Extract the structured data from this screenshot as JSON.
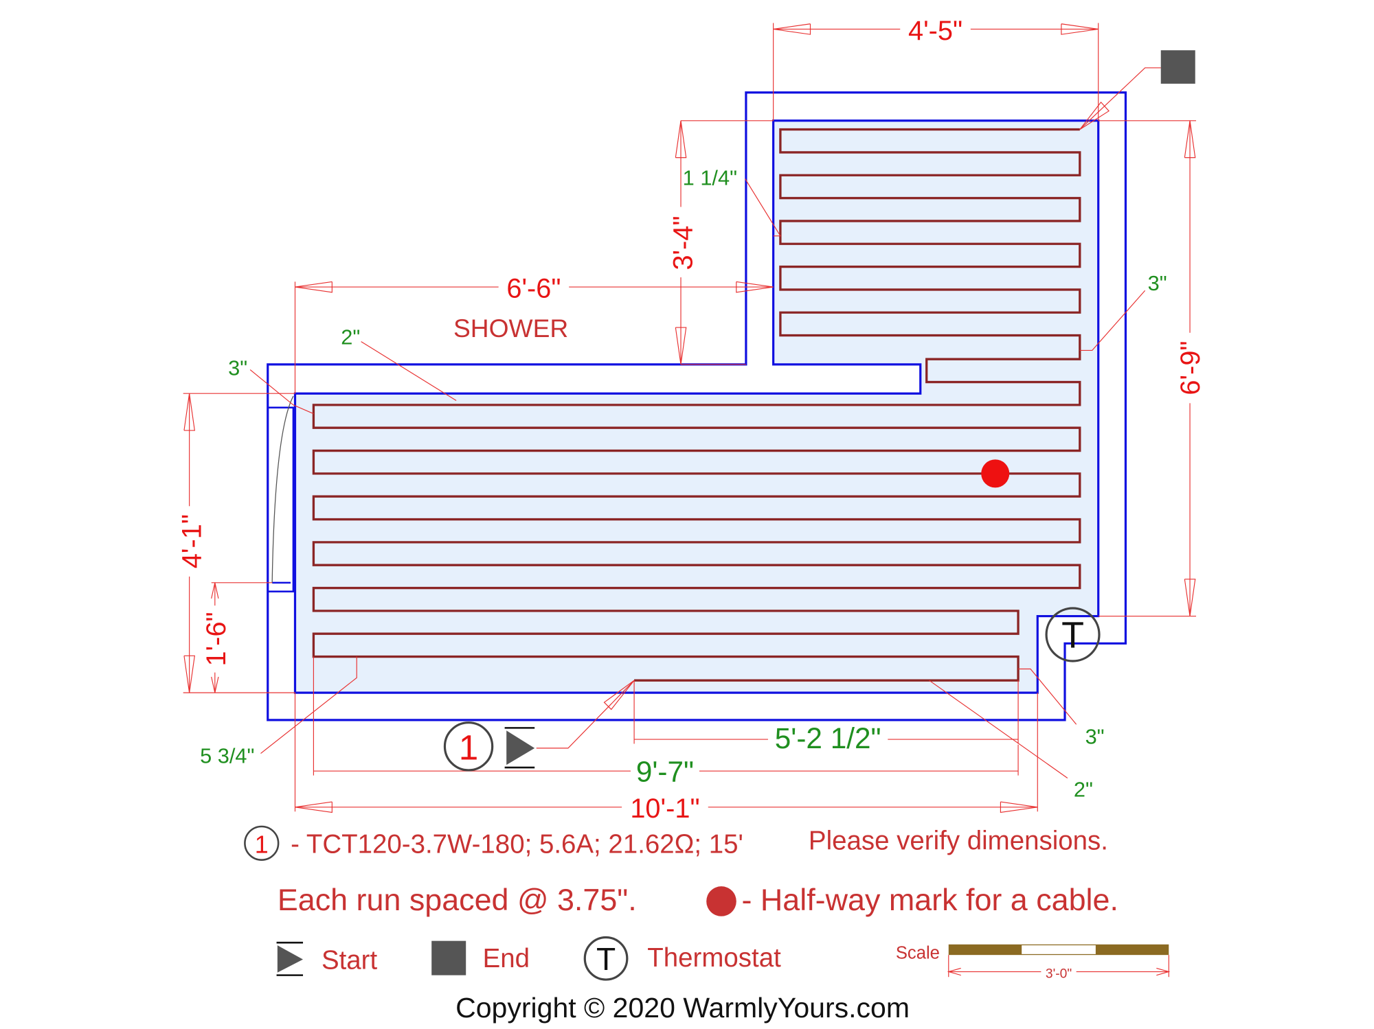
{
  "dimensions": {
    "top_width": "4'-5\"",
    "shower_width": "6'-6\"",
    "shower_label": "SHOWER",
    "upper_height": "3'-4\"",
    "right_height": "6'-9\"",
    "left_height": "4'-1\"",
    "left_lower": "1'-6\"",
    "gap_1_1_4": "1 1/4\"",
    "gap_right_3": "3\"",
    "gap_top_2": "2\"",
    "gap_left_3": "3\"",
    "gap_5_3_4": "5 3/4\"",
    "run_5_2_1_2": "5'-2 1/2\"",
    "run_9_7": "9'-7\"",
    "total_10_1": "10'-1\"",
    "gap_bottom_3": "3\"",
    "gap_bottom_2": "2\""
  },
  "markers": {
    "start_number": "1",
    "thermostat_letter": "T"
  },
  "legend": {
    "cable_number": "1",
    "cable_spec": "- TCT120-3.7W-180; 5.6A; 21.62Ω; 15'",
    "verify": "Please verify dimensions.",
    "spacing": "Each run spaced @ 3.75\".",
    "halfway": "- Half-way mark for a cable.",
    "start": "Start",
    "end": "End",
    "thermostat_letter": "T",
    "thermostat": "Thermostat",
    "scale_label": "Scale",
    "scale_value": "3'-0\"",
    "copyright": "Copyright © 2020 WarmlyYours.com"
  },
  "colors": {
    "wall": "#1010e0",
    "heated_area": "#e6f0fc",
    "cable": "#8b2525",
    "dimension": "#e83030",
    "halfway_dot": "#ee1111",
    "end_marker": "#555555",
    "scale_bar": "#8b6a22"
  }
}
